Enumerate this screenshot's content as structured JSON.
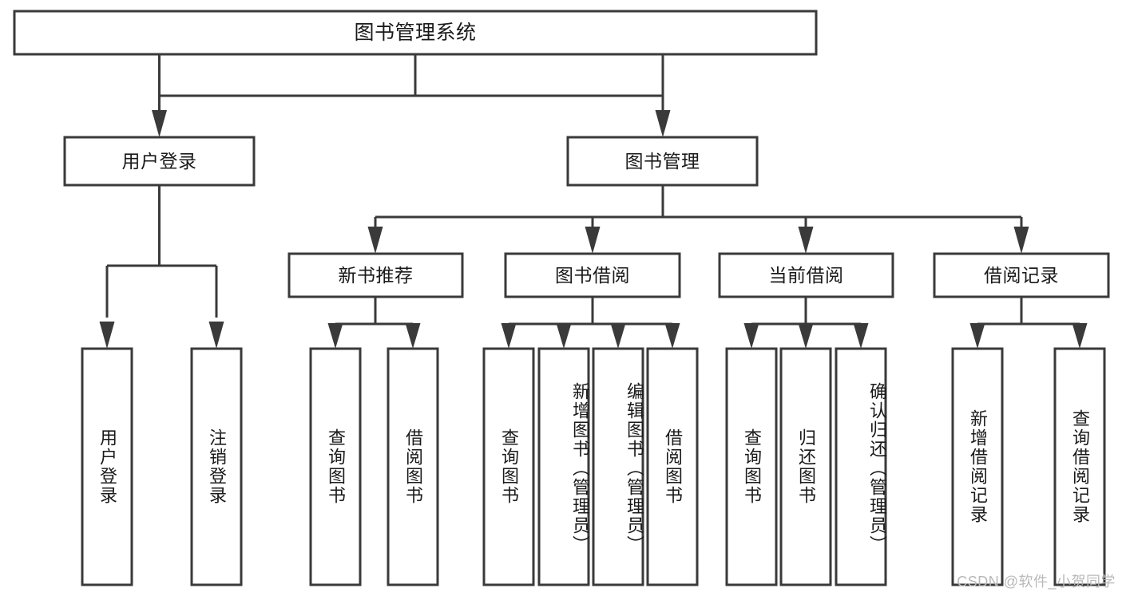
{
  "diagram": {
    "type": "tree-hierarchy-diagram",
    "title": "图书管理系统",
    "watermark": "CSDN @软件_小贺同学",
    "colors": {
      "stroke": "#3a3a3a",
      "fill": "#ffffff",
      "text": "#1a1a1a",
      "watermark": "#b9b9b9"
    },
    "nodes": {
      "root": {
        "label": "图书管理系统"
      },
      "level2": [
        {
          "id": "user-login",
          "label": "用户登录"
        },
        {
          "id": "book-management",
          "label": "图书管理"
        }
      ],
      "level3": [
        {
          "id": "new-book-recommend",
          "label": "新书推荐"
        },
        {
          "id": "book-borrow",
          "label": "图书借阅"
        },
        {
          "id": "current-borrow",
          "label": "当前借阅"
        },
        {
          "id": "borrow-record",
          "label": "借阅记录"
        }
      ],
      "leaves": {
        "user-login": [
          {
            "id": "leaf-user-login",
            "label": "用户登录"
          },
          {
            "id": "leaf-logout-login",
            "label": "注销登录"
          }
        ],
        "new-book-recommend": [
          {
            "id": "leaf-query-book-1",
            "label": "查询图书"
          },
          {
            "id": "leaf-borrow-book-1",
            "label": "借阅图书"
          }
        ],
        "book-borrow": [
          {
            "id": "leaf-query-book-2",
            "label": "查询图书"
          },
          {
            "id": "leaf-add-book",
            "label": "新增图书（管理员）"
          },
          {
            "id": "leaf-edit-book",
            "label": "编辑图书（管理员）"
          },
          {
            "id": "leaf-borrow-book-2",
            "label": "借阅图书"
          }
        ],
        "current-borrow": [
          {
            "id": "leaf-query-book-3",
            "label": "查询图书"
          },
          {
            "id": "leaf-return-book",
            "label": "归还图书"
          },
          {
            "id": "leaf-confirm-return",
            "label": "确认归还（管理员）"
          }
        ],
        "borrow-record": [
          {
            "id": "leaf-add-record",
            "label": "新增借阅记录"
          },
          {
            "id": "leaf-query-record",
            "label": "查询借阅记录"
          }
        ]
      }
    }
  }
}
